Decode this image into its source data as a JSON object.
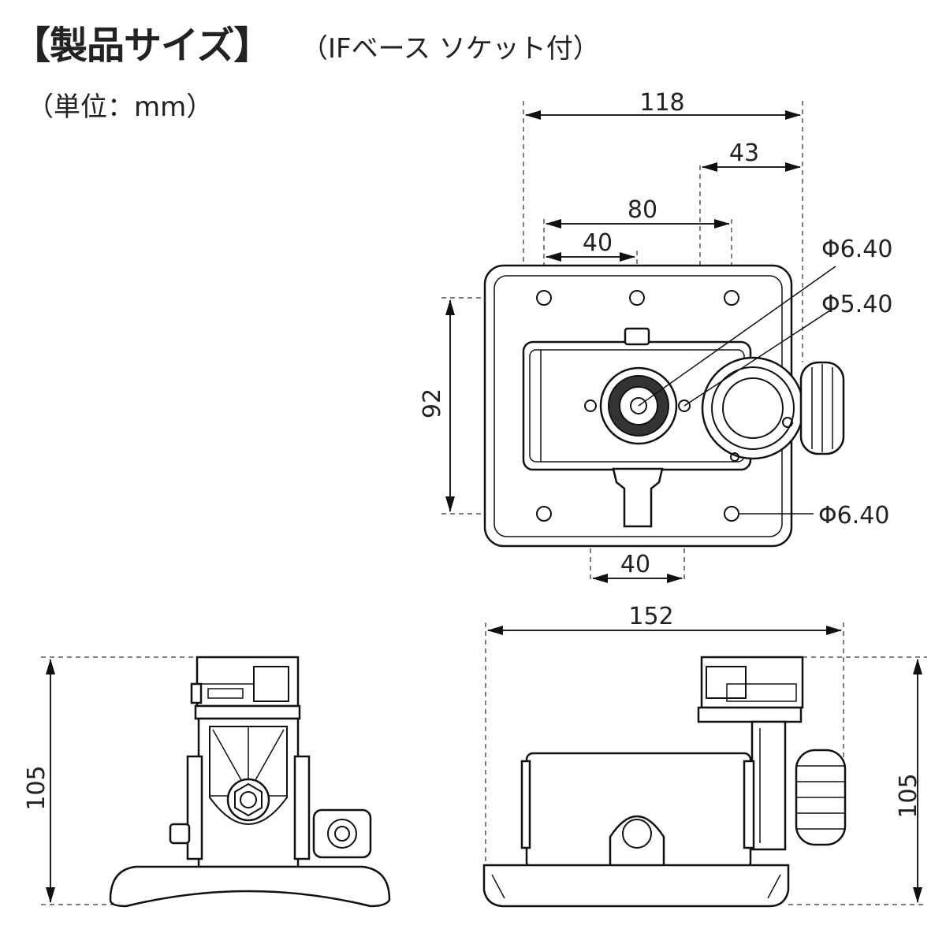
{
  "header": {
    "title": "【製品サイズ】",
    "subtitle": "（IFベース ソケット付）",
    "unit": "（単位：mm）"
  },
  "dimensions": {
    "top_width": "118",
    "top_right_offset": "43",
    "top_hole_pitch_wide": "80",
    "top_hole_pitch_narrow": "40",
    "hole_dia_upper": "Φ6.40",
    "center_hole_dia": "Φ5.40",
    "hole_dia_lower": "Φ6.40",
    "left_height": "92",
    "bottom_pitch": "40",
    "front_width": "152",
    "left_view_height": "105",
    "front_view_height": "105"
  },
  "colors": {
    "line": "#111111",
    "dashed_extension": "#555555",
    "text": "#222222"
  }
}
